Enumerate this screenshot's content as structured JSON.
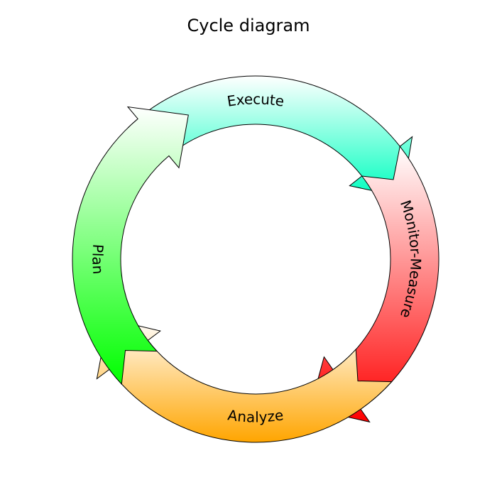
{
  "title": "Cycle diagram",
  "segments": [
    {
      "label": "Execute",
      "color_top": "#ffffff",
      "color_bottom": "#00ffbf"
    },
    {
      "label": "Monitor-Measure",
      "color_top": "#ffffff",
      "color_bottom": "#ff0000"
    },
    {
      "label": "Analyze",
      "color_top": "#ffffff",
      "color_bottom": "#ffa500"
    },
    {
      "label": "Plan",
      "color_top": "#ffffff",
      "color_bottom": "#00ff00"
    }
  ]
}
